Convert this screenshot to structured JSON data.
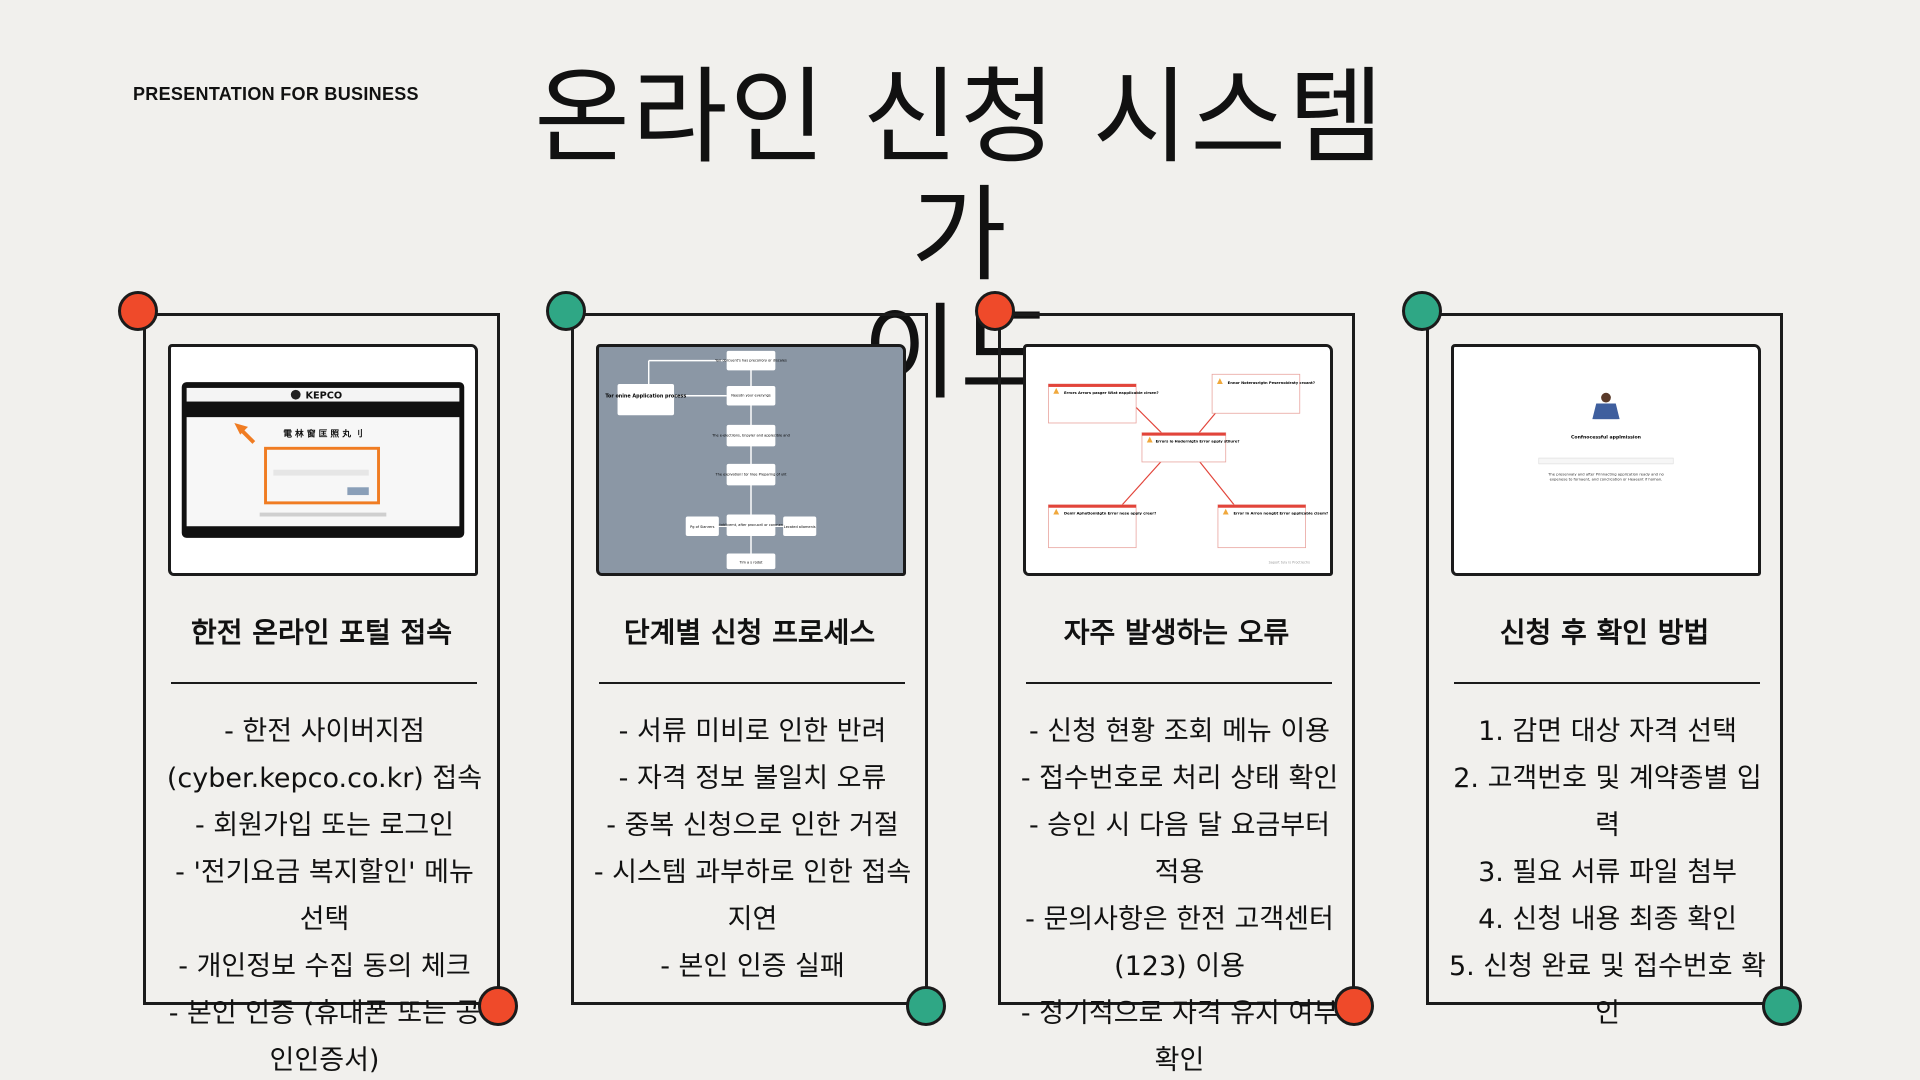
{
  "header": {
    "eyebrow": "PRESENTATION FOR BUSINESS",
    "title_line1": "온라인 신청 시스템 가",
    "title_line2": "이드"
  },
  "colors": {
    "background": "#f1f0ed",
    "accent_red": "#ef4a2a",
    "accent_green": "#2fa785",
    "outline": "#1b1b1b"
  },
  "cards": [
    {
      "title": "한전 온라인 포털 접속",
      "dot_color": "red",
      "thumbnail": {
        "brand": "KEPCO",
        "heading": "電 林 窗 匡 照 丸 刂"
      },
      "lines": [
        "- 한전 사이버지점",
        "(cyber.kepco.co.kr) 접속",
        "- 회원가입 또는 로그인",
        "- '전기요금 복지할인' 메뉴",
        "선택",
        "- 개인정보 수집 동의 체크",
        "- 본인 인증 (휴대폰 또는 공",
        "인인증서)"
      ]
    },
    {
      "title": "단계별 신청 프로세스",
      "dot_color": "green",
      "thumbnail": {
        "start_box": "Tor onine Application process",
        "steps": [
          "Yoir dorcuent's has precoirory or discales",
          "Neesdn your everyngs",
          "The e-electiions, Enpyler and applecible and",
          "The expivation! tor hlee Preparing of ulit",
          "Establicemt, after procuoril or conmenet",
          "Tim a s rodot"
        ],
        "side_left": "Pg of Sianrers",
        "side_right": "Lecated allamenis"
      },
      "lines": [
        "- 서류 미비로 인한 반려",
        "- 자격 정보 불일치 오류",
        "- 중복 신청으로 인한 거절",
        "- 시스템 과부하로 인한 접속",
        "지연",
        "- 본인 인증 실패"
      ]
    },
    {
      "title": "자주 발생하는 오류",
      "dot_color": "red",
      "thumbnail": {
        "top_left": "Errors Arrors pasger Wiat eapplicable cirsen?",
        "top_right": "Ennor Noterasrigtn Pesernoldraty croant?",
        "center": "Errors lo Hodernigtn Error apply stilure?",
        "bottom_left": "Denir Aphotionidgtn Error nese apply creer?",
        "bottom_right": "Error in Arron nongbt Error applicable cisem?",
        "footer": "Saport tuly is Proctrechs"
      },
      "lines": [
        "- 신청 현황 조회 메뉴 이용",
        "- 접수번호로 처리 상태 확인",
        "- 승인 시 다음 달 요금부터",
        "적용",
        "- 문의사항은 한전 고객센터",
        "(123) 이용",
        "- 정기적으로 자격 유지 여부",
        "확인"
      ]
    },
    {
      "title": "신청 후 확인 방법",
      "dot_color": "green",
      "thumbnail": {
        "heading": "Confnocessful applmission",
        "caption": "The presenvaly and after Prinnacting application ready and no expenese to fornaent, and conclication or Heaeent if homan."
      },
      "lines": [
        "1. 감면 대상 자격 선택",
        "2. 고객번호 및 계약종별 입",
        "력",
        "3. 필요 서류 파일 첨부",
        "4. 신청 내용 최종 확인",
        "5. 신청 완료 및 접수번호 확",
        "인"
      ]
    }
  ]
}
